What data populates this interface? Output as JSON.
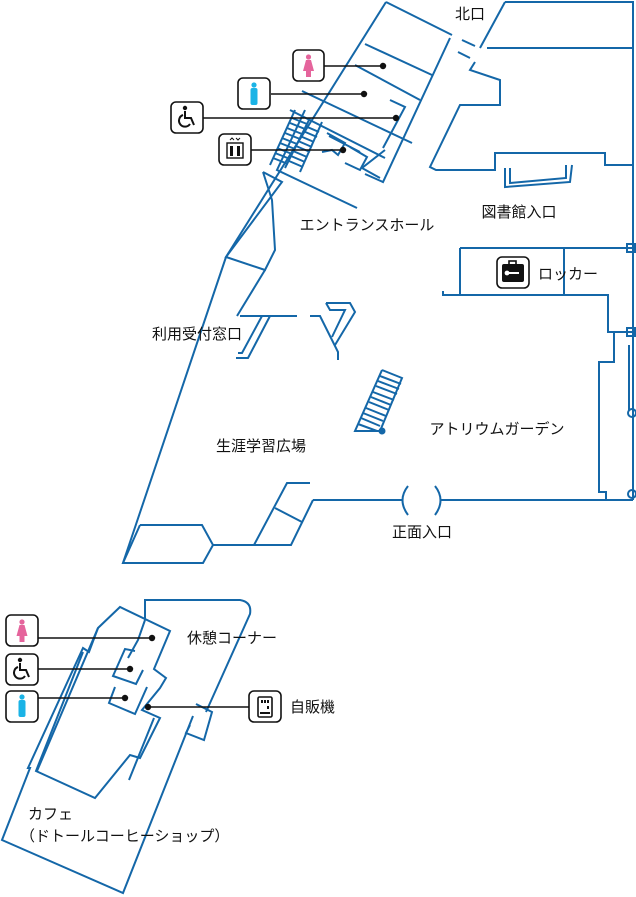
{
  "colors": {
    "wall": "#1467a8",
    "female": "#e5649c",
    "male": "#1ab3e6",
    "text": "#111111"
  },
  "labels": {
    "north_entrance": "北口",
    "entrance_hall": "エントランスホール",
    "library_entrance": "図書館入口",
    "locker": "ロッカー",
    "reception": "利用受付窓口",
    "atrium_garden": "アトリウムガーデン",
    "lifelong_learning_plaza": "生涯学習広場",
    "main_entrance": "正面入口",
    "rest_corner": "休憩コーナー",
    "vending_machine": "自販機",
    "cafe": "カフェ",
    "cafe_name": "（ドトールコーヒーショップ）"
  },
  "icons": [
    "female-restroom-icon",
    "male-restroom-icon",
    "accessible-restroom-icon",
    "elevator-icon",
    "locker-icon",
    "vending-machine-icon"
  ]
}
